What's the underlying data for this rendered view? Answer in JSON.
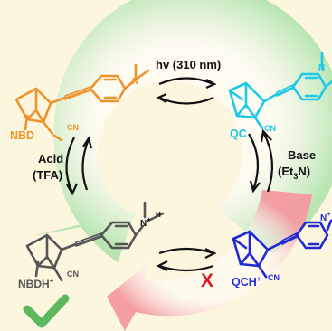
{
  "labels": {
    "hv": "hv (310 nm)",
    "base": "Base",
    "base_reagent_prefix": "(Et",
    "base_reagent_sub": "3",
    "base_reagent_suffix": "N)",
    "acid": "Acid",
    "acid_reagent": "(TFA)",
    "blocked_mark": "X"
  },
  "molecules": {
    "nbd": {
      "name": "NBD",
      "cn": "CN",
      "nme2": "N"
    },
    "qc": {
      "name": "QC",
      "cn": "CN",
      "nme2": "N"
    },
    "nbdh": {
      "name_base": "NBDH",
      "name_sup": "+",
      "cn": "CN",
      "nh": "N",
      "nh_sup": "+",
      "h": "H"
    },
    "qch": {
      "name_base": "QCH",
      "name_sup": "+",
      "cn": "CN",
      "nh": "N",
      "nh_sup": "+"
    }
  },
  "colors": {
    "background": "#fdf6de",
    "green_arrow": "#b9e6b4",
    "red_arrow": "#f6a7ac",
    "nbd": "#f0922b",
    "qc": "#1ec9e8",
    "nbdh": "#555555",
    "qch": "#1f2ad6",
    "blocked": "#e0151c",
    "check": "#5cb85c"
  }
}
